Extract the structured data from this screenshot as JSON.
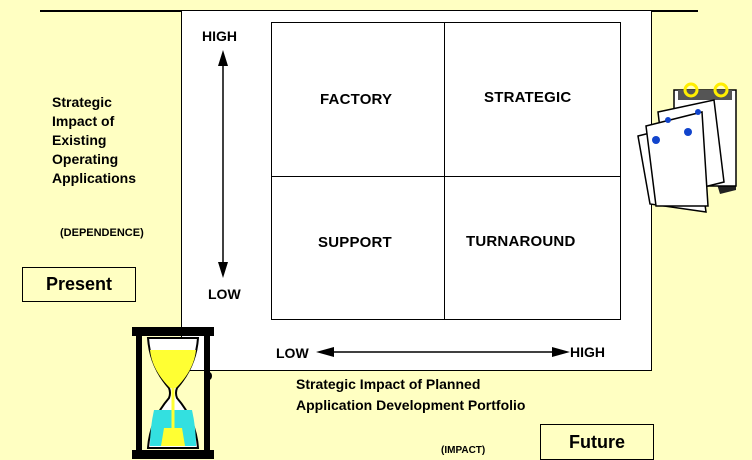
{
  "matrix": {
    "quadrants": {
      "top_left": "FACTORY",
      "top_right": "STRATEGIC",
      "bottom_left": "SUPPORT",
      "bottom_right": "TURNAROUND"
    },
    "y_axis": {
      "high": "HIGH",
      "low": "LOW",
      "label_lines": [
        "Strategic",
        "Impact of",
        "Existing",
        "Operating",
        "Applications"
      ],
      "paren": "(DEPENDENCE)"
    },
    "x_axis": {
      "low": "LOW",
      "high": "HIGH",
      "label_lines": [
        "Strategic Impact of Planned",
        "Application Development Portfolio"
      ],
      "paren": "(IMPACT)"
    }
  },
  "tags": {
    "present": "Present",
    "future": "Future"
  },
  "icons": {
    "hourglass": "hourglass-icon",
    "calendar": "calendar-icon"
  },
  "colors": {
    "background": "#FFFFC2",
    "sand": "#FFFF33",
    "glass": "#33E0E0",
    "frame": "#000000"
  }
}
